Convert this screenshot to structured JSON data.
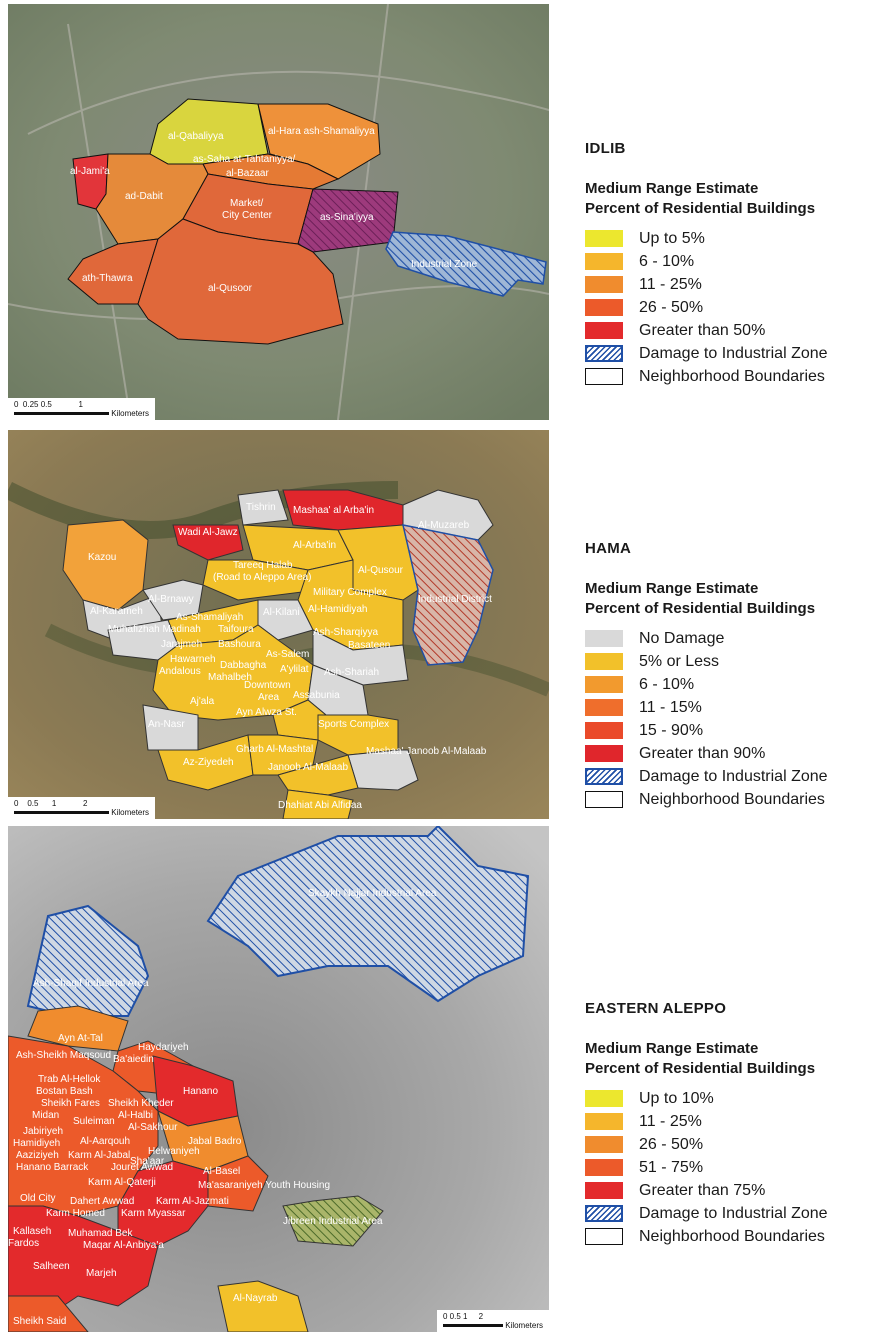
{
  "idlib": {
    "title": "IDLIB",
    "subtitle_line1": "Medium Range Estimate",
    "subtitle_line2": "Percent of Residential Buildings",
    "legend": [
      {
        "label": "Up to 5%",
        "color": "#ece72e"
      },
      {
        "label": "6 - 10%",
        "color": "#f5b62c"
      },
      {
        "label": "11 - 25%",
        "color": "#f08c2e"
      },
      {
        "label": "26 - 50%",
        "color": "#ec5a2a"
      },
      {
        "label": "Greater than 50%",
        "color": "#e32a2c"
      },
      {
        "label": "Damage to Industrial Zone",
        "color": "#1f4fa6"
      },
      {
        "label": "Neighborhood Boundaries",
        "color": "#000000"
      }
    ],
    "labels": {
      "qabaliyya": "al-Qabaliyya",
      "hara": "al-Hara ash-Shamaliyya",
      "saha1": "as-Saha at-Tahtaniyya/",
      "saha2": "al-Bazaar",
      "jamia": "al-Jami'a",
      "dabit": "ad-Dabit",
      "market1": "Market/",
      "market2": "City Center",
      "sina": "as-Sina'iyya",
      "industrial": "Industrial Zone",
      "thawra": "ath-Thawra",
      "qusoor": "al-Qusoor"
    },
    "scale_ticks": [
      "0",
      "0.25",
      "0.5",
      "1"
    ],
    "scale_unit": "Kilometers"
  },
  "hama": {
    "title": "HAMA",
    "subtitle_line1": "Medium Range Estimate",
    "subtitle_line2": "Percent of Residential Buildings",
    "legend": [
      {
        "label": "No Damage",
        "color": "#d9d9d9"
      },
      {
        "label": "5% or Less",
        "color": "#f2c12a"
      },
      {
        "label": "6 - 10%",
        "color": "#f29a2e"
      },
      {
        "label": "11 - 15%",
        "color": "#ef6e2c"
      },
      {
        "label": "15 - 90%",
        "color": "#ea4a2a"
      },
      {
        "label": "Greater than 90%",
        "color": "#e0262c"
      },
      {
        "label": "Damage to Industrial Zone",
        "color": "#1f4fa6"
      },
      {
        "label": "Neighborhood Boundaries",
        "color": "#000000"
      }
    ],
    "labels": {
      "tishrin": "Tishrin",
      "mashaa": "Mashaa' al Arba'in",
      "muzareb": "Al-Muzareb",
      "wadi": "Wadi Al-Jawz",
      "kazou": "Kazou",
      "arbain": "Al-Arba'in",
      "tareeq1": "Tareeq Halab",
      "tareeq2": "(Road to Aleppo Area)",
      "qusour": "Al-Qusour",
      "industrial": "Industrial District",
      "military": "Military Complex",
      "brnawy": "Al-Brnawy",
      "karameh": "Al-Karameh",
      "hamidiyah": "Al-Hamidiyah",
      "kilani": "Al-Kilani",
      "shamaliyah": "As-Shamaliyah",
      "muhafizhah": "Muhafizhah Madinah",
      "taifoura": "Taifoura",
      "sharqiyya": "Ash-Sharqiyya",
      "basateen": "Basateen",
      "jarajmeh": "Jarajmeh",
      "bashoura": "Bashoura",
      "salem": "As-Salem",
      "hawarneh": "Hawarneh",
      "dabbagha": "Dabbagha",
      "aylilat": "A'ylilat",
      "shariah": "Ash-Shariah",
      "andalous": "Andalous",
      "mahalbeh": "Mahalbeh",
      "downtown1": "Downtown",
      "downtown2": "Area",
      "ajala": "Aj'ala",
      "assabunia": "Assabunia",
      "aynalwza": "Ayn Alwza St.",
      "nasr": "An-Nasr",
      "sports": "Sports Complex",
      "ziyedeh": "Az-Ziyedeh",
      "gharb": "Gharb Al-Mashtal",
      "mashaajanoob": "Mashaa' Janoob Al-Malaab",
      "janoob": "Janoob Al-Malaab",
      "dhahiat": "Dhahiat Abi Alfidaa"
    },
    "scale_ticks": [
      "0",
      "0.5",
      "1",
      "2"
    ],
    "scale_unit": "Kilometers"
  },
  "aleppo": {
    "title": "EASTERN ALEPPO",
    "subtitle_line1": "Medium Range Estimate",
    "subtitle_line2": "Percent of Residential Buildings",
    "legend": [
      {
        "label": "Up to 10%",
        "color": "#ece72e"
      },
      {
        "label": "11 - 25%",
        "color": "#f5b62c"
      },
      {
        "label": "26 - 50%",
        "color": "#f08c2e"
      },
      {
        "label": "51 - 75%",
        "color": "#ec5a2a"
      },
      {
        "label": "Greater than 75%",
        "color": "#e32a2c"
      },
      {
        "label": "Damage to Industrial Zone",
        "color": "#1f4fa6"
      },
      {
        "label": "Neighborhood Boundaries",
        "color": "#000000"
      }
    ],
    "labels": {
      "skaykh": "Skaykh Najjar Industrial Area",
      "shaqif": "Ash-Shaqif Industrial Area",
      "ayntal": "Ayn At-Tal",
      "haydariyeh": "Haydariyeh",
      "sheikhmaqsoud": "Ash-Sheikh Maqsoud",
      "baaiedin": "Ba'aiedin",
      "trab": "Trab Al-Hellok",
      "bostan": "Bostan Bash",
      "hanano": "Hanano",
      "sheikhfares": "Sheikh Fares",
      "sheikhkheder": "Sheikh Kheder",
      "halbi": "Al-Halbi",
      "midan": "Midan",
      "suleiman": "Suleiman",
      "sakhour": "Al-Sakhour",
      "jabiriyeh": "Jabiriyeh",
      "hamidiyeh": "Hamidiyeh",
      "aarqouh": "Al-Aarqouh",
      "jabalbadro": "Jabal Badro",
      "helwaniyeh": "Helwaniyeh",
      "aaziziyeh": "Aaziziyeh",
      "karmjabal": "Karm Al-Jabal",
      "shaaar": "Sha'aar",
      "basel": "Al-Basel",
      "hananobarrack": "Hanano Barrack",
      "jouret": "Jouret Awwad",
      "qaterji": "Karm Al-Qaterji",
      "maasaraniyeh": "Ma'asaraniyeh Youth Housing",
      "oldcity": "Old City",
      "dahert": "Dahert Awwad",
      "jazmati": "Karm Al-Jazmati",
      "karmhomed": "Karm Homed",
      "karmmyassar": "Karm Myassar",
      "jibreen": "Jibreen Industrial Area",
      "kallaseh": "Kallaseh",
      "muhamadbek": "Muhamad Bek",
      "fardos": "Fardos",
      "maqar": "Maqar Al-Anbiya'a",
      "salheen": "Salheen",
      "marjeh": "Marjeh",
      "nayrab": "Al-Nayrab",
      "sheikhsaid": "Sheikh Said"
    },
    "scale_ticks": [
      "0",
      "0.5",
      "1",
      "2"
    ],
    "scale_unit": "Kilometers"
  }
}
